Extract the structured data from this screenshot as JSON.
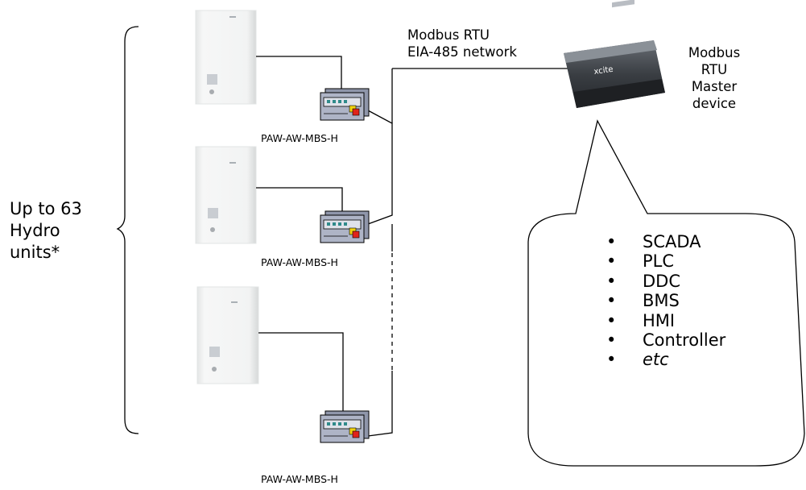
{
  "network_label": [
    "Modbus RTU",
    "EIA-485 network"
  ],
  "master_label": [
    "Modbus",
    "RTU",
    "Master",
    "device"
  ],
  "group_label": [
    "Up to 63",
    "Hydro",
    "units*"
  ],
  "gateway_label": "PAW-AW-MBS-H",
  "master_systems": [
    "SCADA",
    "PLC",
    "DDC",
    "BMS",
    "HMI",
    "Controller",
    "etc"
  ],
  "master_brand": "xcite",
  "colors": {
    "line": "#000000",
    "unit_body": "#f2f3f3",
    "gateway_body": "#aeb4c6",
    "gateway_led": "#2f8a8a",
    "gateway_port_red": "#e0241b",
    "gateway_port_yellow": "#f1d20f",
    "master_body": "#3b3f44"
  }
}
